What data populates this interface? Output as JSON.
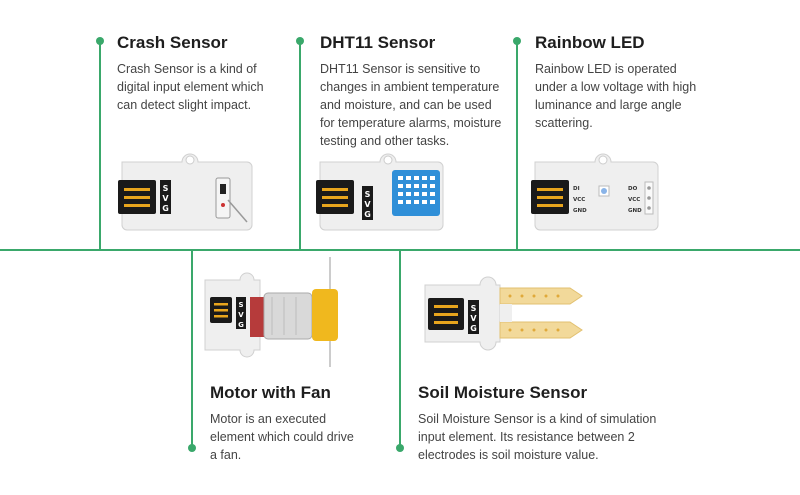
{
  "colors": {
    "accent": "#3aa86b",
    "board": "#efefef",
    "connector": "#1a1a1a",
    "pins": "#e8a51d"
  },
  "items": [
    {
      "title": "Crash Sensor",
      "description": "Crash Sensor  is a kind of digital input element which can detect slight impact.",
      "module_icon": "crash-sensor-module"
    },
    {
      "title": "DHT11 Sensor",
      "description": "DHT11 Sensor is sensitive to changes in ambient temperature and moisture, and can be used for temperature alarms, moisture testing and other tasks.",
      "module_icon": "dht11-sensor-module"
    },
    {
      "title": "Rainbow LED",
      "description": "Rainbow LED is operated under a low voltage with high luminance and large angle scattering.",
      "module_icon": "rainbow-led-module"
    },
    {
      "title": "Motor with Fan",
      "description": "Motor is an executed element which could drive a fan.",
      "module_icon": "motor-fan-module"
    },
    {
      "title": "Soil Moisture Sensor",
      "description": "Soil Moisture Sensor is a kind of simulation input element. Its resistance between 2 electrodes is soil moisture value.",
      "module_icon": "soil-moisture-module"
    }
  ],
  "labels": {
    "svg": [
      "S",
      "V",
      "G"
    ],
    "led_left": [
      "DI",
      "VCC",
      "GND"
    ],
    "led_right": [
      "DO",
      "VCC",
      "GND"
    ]
  }
}
